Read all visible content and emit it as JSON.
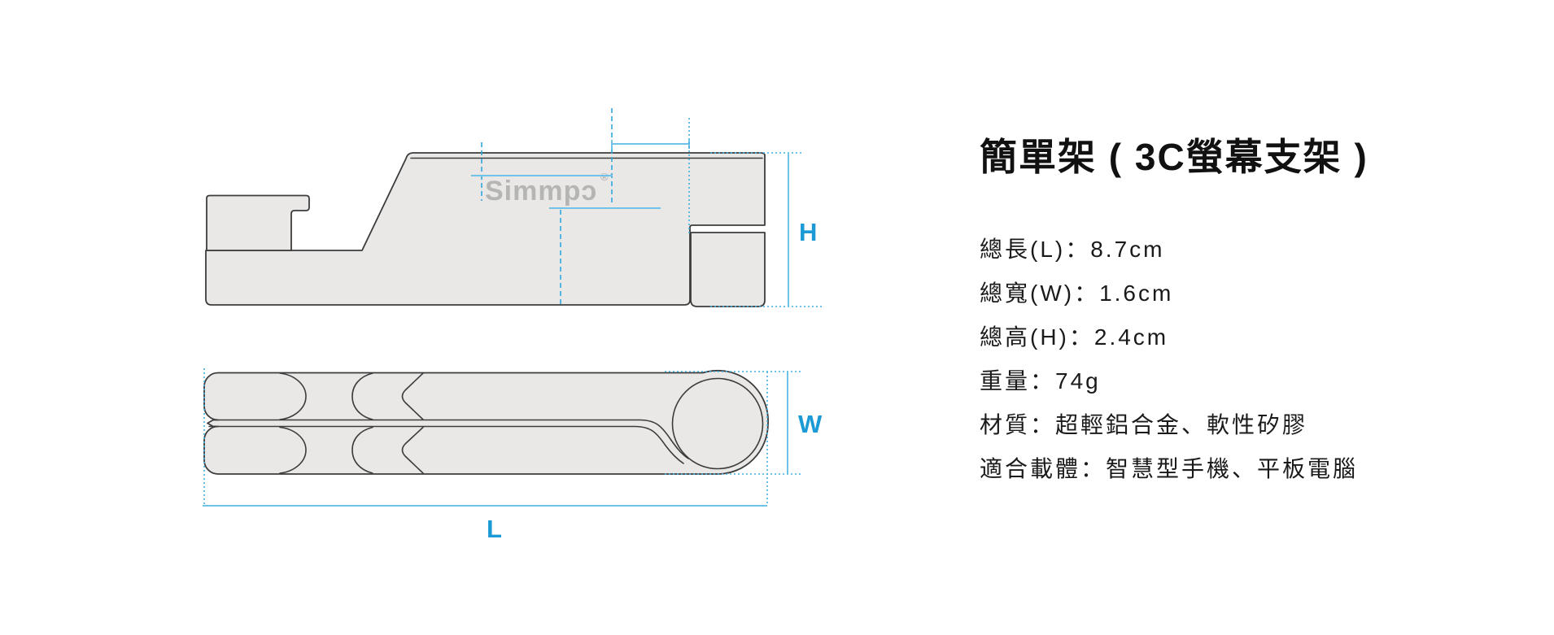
{
  "title": "簡單架 ( 3C螢幕支架 )",
  "logo": {
    "text": "Simmpɔ",
    "registered": "®"
  },
  "specs": [
    "總長(L)：8.7cm",
    "總寬(W)：1.6cm",
    "總高(H)：2.4cm",
    "重量：74g",
    "材質：超輕鋁合金、軟性矽膠",
    "適合載體：智慧型手機、平板電腦"
  ],
  "dimension_labels": {
    "height": "H",
    "width": "W",
    "length": "L"
  },
  "colors": {
    "accent_blue": "#1c9ad6",
    "dim_line_blue": "#6fc2e8",
    "dash_line_blue": "#2fa7de",
    "body_fill": "#e9e8e6",
    "outline_gray": "#3c3c3c",
    "logo_gray": "#b5b5b4",
    "text_black": "#1a1a1a"
  }
}
